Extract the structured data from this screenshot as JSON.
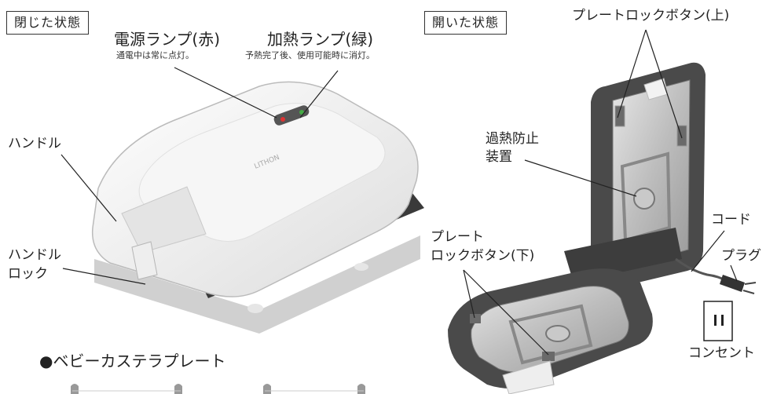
{
  "closed": {
    "title": "閉じた状態",
    "power_lamp": "電源ランプ(赤)",
    "power_lamp_note": "通電中は常に点灯。",
    "heat_lamp": "加熱ランプ(緑)",
    "heat_lamp_note": "予熱完了後、使用可能時に消灯。",
    "handle": "ハンドル",
    "handle_lock_1": "ハンドル",
    "handle_lock_2": "ロック",
    "brand": "LITHON"
  },
  "open": {
    "title": "開いた状態",
    "plate_lock_top": "プレートロックボタン(上)",
    "overheat_1": "過熱防止",
    "overheat_2": "装置",
    "plate_lock_bottom_1": "プレート",
    "plate_lock_bottom_2": "ロックボタン(下)",
    "cord": "コード",
    "plug": "プラグ",
    "outlet": "コンセント"
  },
  "plate_section": {
    "heading": "●ベビーカステラプレート"
  }
}
